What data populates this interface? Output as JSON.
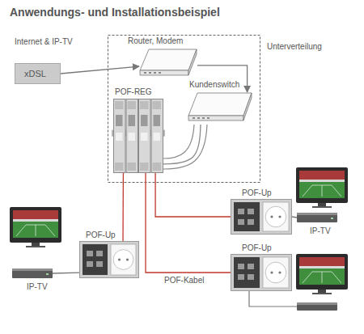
{
  "diagram": {
    "title": "Anwendungs- und Installationsbeispiel",
    "nodes": [
      {
        "text": [
          "xDSL"
        ]
      },
      {
        "text": [
          "Unterverteilung"
        ]
      },
      {
        "text": [
          "Router, Modem"
        ],
        "in": 1
      },
      {
        "text": [
          "POF-REG"
        ],
        "in": 1
      },
      {
        "text": [
          "Kundenswitch"
        ],
        "in": 1
      },
      {
        "text": [
          "POF-Up"
        ]
      },
      {
        "text": [
          "POF-Up"
        ]
      },
      {
        "text": [
          "POF-Up"
        ]
      },
      {
        "text": [
          "IP-TV"
        ]
      },
      {
        "text": [
          "IP-TV"
        ]
      }
    ],
    "edges": [
      {
        "from": 0,
        "to": 2,
        "arrow": "to"
      },
      {
        "from": 2,
        "to": 4,
        "arrow": "to"
      },
      {
        "from": 4,
        "to": 3,
        "arrow": "none"
      },
      {
        "from": 3,
        "to": 5,
        "arrow": "none"
      },
      {
        "from": 3,
        "to": 6,
        "arrow": "none"
      },
      {
        "from": 3,
        "to": 7,
        "arrow": "none",
        "label": "POF-Kabel"
      },
      {
        "from": 5,
        "to": 8,
        "arrow": "none"
      },
      {
        "from": 6,
        "to": 9,
        "arrow": "none"
      }
    ],
    "labels": [
      "Internet & IP-TV"
    ]
  }
}
